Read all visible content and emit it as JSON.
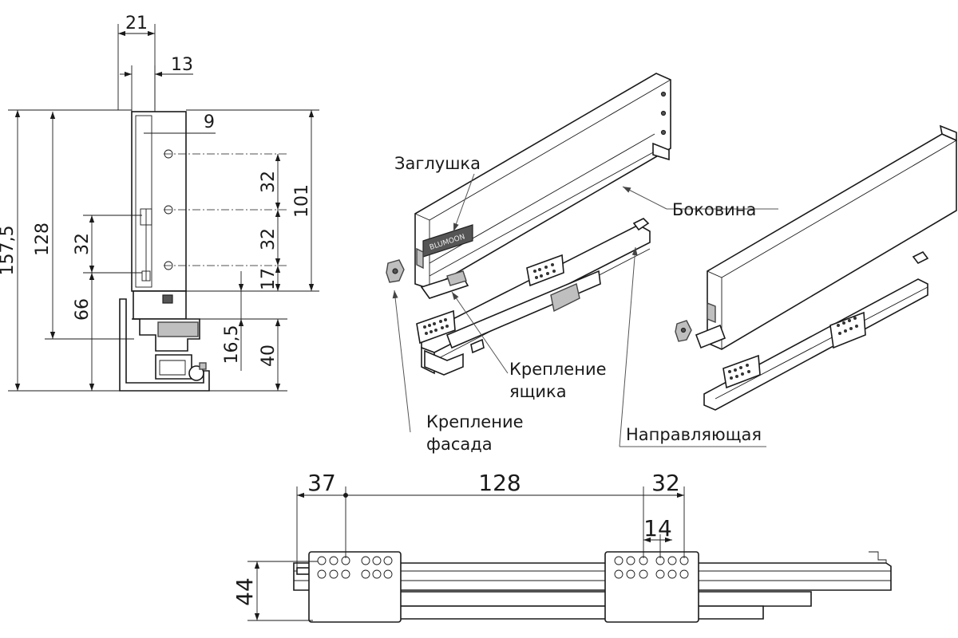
{
  "side_view": {
    "dims": {
      "total_height": "157,5",
      "inner_height": "128",
      "lower_height": "66",
      "lower_pitch": "32",
      "width_outer": "21",
      "width_inner": "13",
      "hole_offset": "9",
      "pitch_upper": "32",
      "pitch_lower": "32",
      "bottom_gap": "17",
      "right_height": "101",
      "rail_offset": "16,5",
      "rail_height": "40"
    }
  },
  "callouts": {
    "cap": "Заглушка",
    "side_panel": "Боковина",
    "drawer_mount_1": "Крепление",
    "drawer_mount_2": "ящика",
    "front_mount_1": "Крепление",
    "front_mount_2": "фасада",
    "guide": "Направляющая"
  },
  "brand_label": "BLUMOON",
  "bottom_view": {
    "dims": {
      "left_offset": "37",
      "spacing": "128",
      "right_offset": "32",
      "inner_offset": "14",
      "height": "44"
    }
  }
}
